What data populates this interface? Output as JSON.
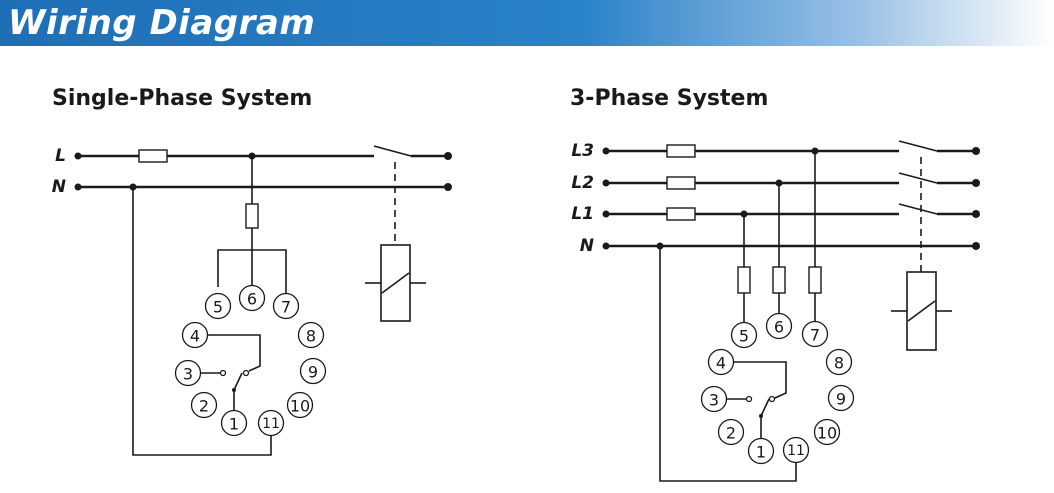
{
  "header": {
    "title": "Wiring Diagram"
  },
  "single_phase": {
    "title": "Single-Phase System",
    "line_labels": [
      "L",
      "N"
    ],
    "pins": [
      "1",
      "2",
      "3",
      "4",
      "5",
      "6",
      "7",
      "8",
      "9",
      "10",
      "11"
    ]
  },
  "three_phase": {
    "title": "3-Phase System",
    "line_labels": [
      "L3",
      "L2",
      "L1",
      "N"
    ],
    "pins": [
      "1",
      "2",
      "3",
      "4",
      "5",
      "6",
      "7",
      "8",
      "9",
      "10",
      "11"
    ]
  }
}
